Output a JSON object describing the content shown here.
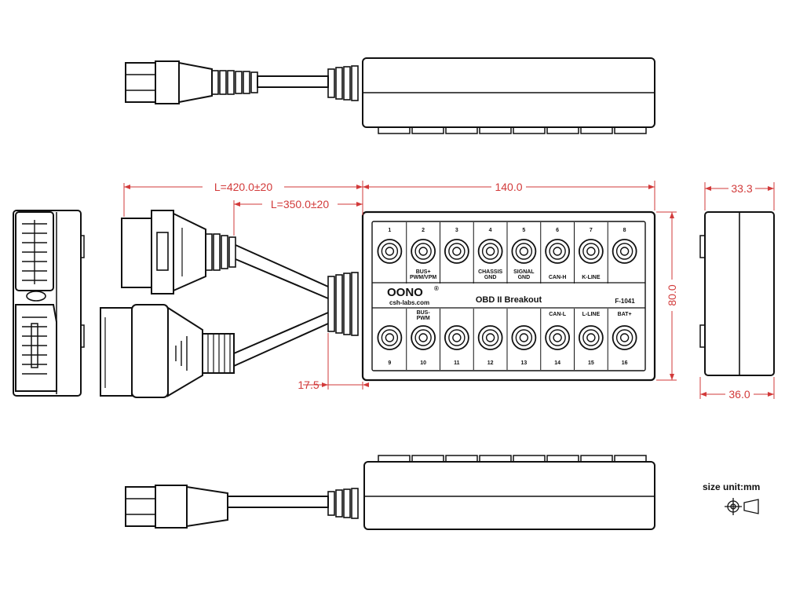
{
  "dimensions": {
    "cable_length": "L=420.0±20",
    "branch_length": "L=350.0±20",
    "box_length": "140.0",
    "box_width": "80.0",
    "side_top": "33.3",
    "side_bottom": "36.0",
    "offset": "17.5"
  },
  "box": {
    "brand": "OONO",
    "brand_mark": "®",
    "website": "csh-labs.com",
    "title": "OBD II Breakout",
    "model": "F-1041"
  },
  "top_pins": [
    {
      "num": "1",
      "label": []
    },
    {
      "num": "2",
      "label": [
        "BUS+",
        "PWM/VPM"
      ]
    },
    {
      "num": "3",
      "label": []
    },
    {
      "num": "4",
      "label": [
        "CHASSIS",
        "GND"
      ]
    },
    {
      "num": "5",
      "label": [
        "SIGNAL",
        "GND"
      ]
    },
    {
      "num": "6",
      "label": [
        "CAN-H"
      ]
    },
    {
      "num": "7",
      "label": [
        "K-LINE"
      ]
    },
    {
      "num": "8",
      "label": []
    }
  ],
  "bottom_pins": [
    {
      "num": "9",
      "label": []
    },
    {
      "num": "10",
      "label": [
        "BUS-",
        "PWM"
      ]
    },
    {
      "num": "11",
      "label": []
    },
    {
      "num": "12",
      "label": []
    },
    {
      "num": "13",
      "label": []
    },
    {
      "num": "14",
      "label": [
        "CAN-L"
      ]
    },
    {
      "num": "15",
      "label": [
        "L-LINE"
      ]
    },
    {
      "num": "16",
      "label": [
        "BAT+"
      ]
    }
  ],
  "legend": {
    "size_unit": "size unit:mm"
  }
}
